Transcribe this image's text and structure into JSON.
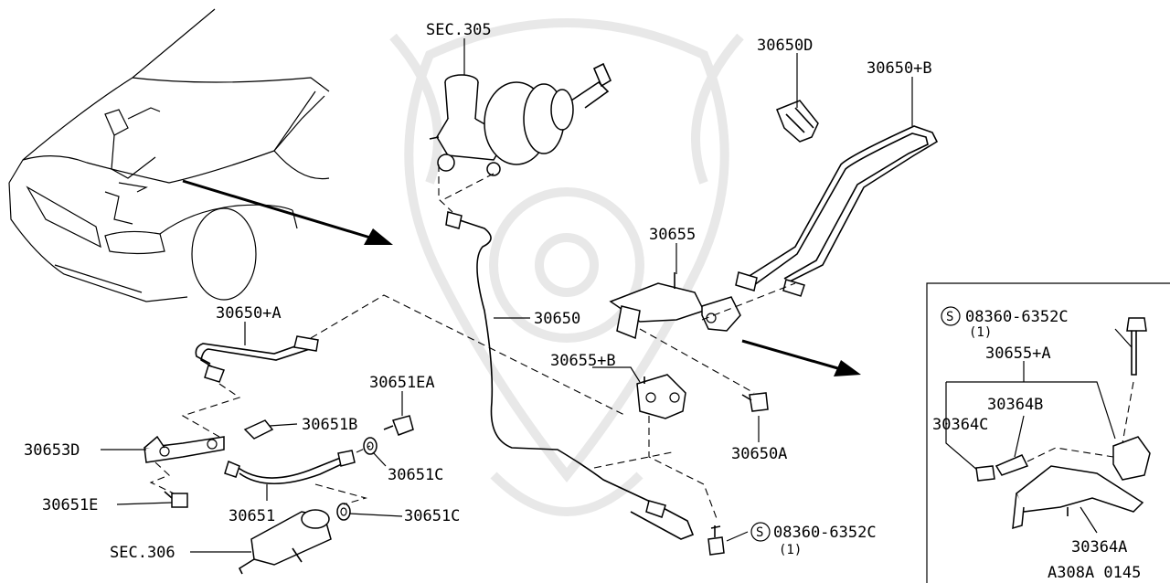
{
  "labels": {
    "sec305": "SEC.305",
    "p30650D": "30650D",
    "p30650B": "30650+B",
    "p30655": "30655",
    "p30650": "30650",
    "p30650A_plus": "30650+A",
    "p30655B": "30655+B",
    "p30651EA": "30651EA",
    "p30651B": "30651B",
    "p30653D": "30653D",
    "p30651C_top": "30651C",
    "p30650A": "30650A",
    "p30651E": "30651E",
    "p30651": "30651",
    "p30651C_bottom": "30651C",
    "bolt_main": "08360-6352C",
    "bolt_main_qty": "(1)",
    "sec306": "SEC.306",
    "inset_bolt": "08360-6352C",
    "inset_bolt_qty": "(1)",
    "p30655A": "30655+A",
    "p30364B": "30364B",
    "p30364C": "30364C",
    "p30364A": "30364A",
    "diagram_code": "A308A 0145",
    "s_symbol": "S"
  }
}
